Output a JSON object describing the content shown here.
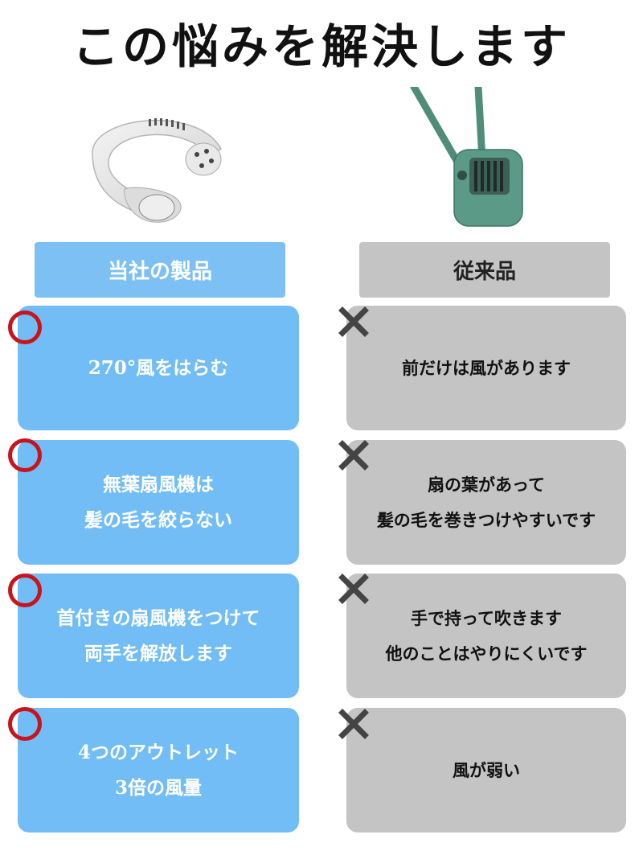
{
  "title": "この悩みを解決します",
  "headers": {
    "ours": "当社の製品",
    "traditional": "従来品"
  },
  "rows": [
    {
      "ours": [
        "270°風をはらむ"
      ],
      "traditional": [
        "前だけは風があります"
      ]
    },
    {
      "ours": [
        "無葉扇風機は",
        "髪の毛を絞らない"
      ],
      "traditional": [
        "扇の葉があって",
        "髪の毛を巻きつけやすいです"
      ]
    },
    {
      "ours": [
        "首付きの扇風機をつけて",
        "両手を解放します"
      ],
      "traditional": [
        "手で持って吹きます",
        "他のことはやりにくいです"
      ]
    },
    {
      "ours": [
        "4つのアウトレット",
        "3倍の風量"
      ],
      "traditional": [
        "風が弱い"
      ]
    }
  ],
  "colors": {
    "ours_card": "#72bdf5",
    "ours_header": "#7cc0f4",
    "traditional": "#c4c4c4",
    "circle_mark": "#c8141c",
    "cross_mark": "#444444",
    "neck_fan": "#e6e6e6",
    "hanging_fan": "#5a9a86"
  },
  "icons": {
    "good": "circle-icon",
    "bad": "cross-icon"
  }
}
